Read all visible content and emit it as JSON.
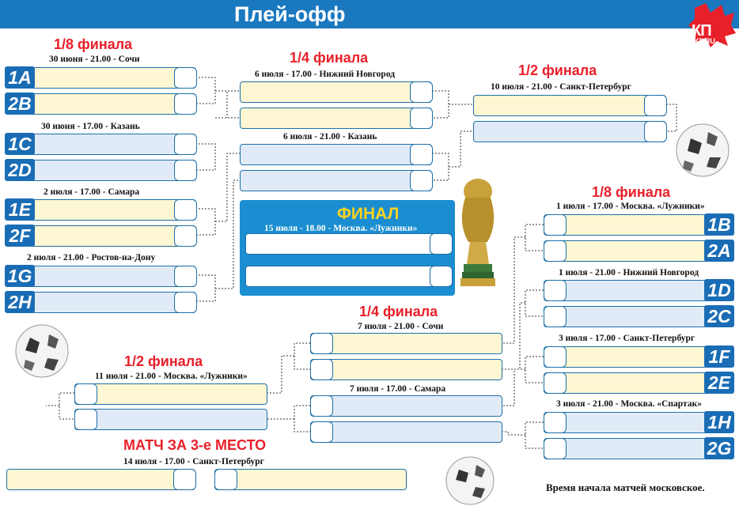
{
  "header": {
    "title": "Плей-офф"
  },
  "logo": {
    "text": "КП",
    "sub": "KP.RU"
  },
  "left_r16": {
    "title": "1/8 финала",
    "matches": [
      {
        "info": "30 июня - 21.00 - Сочи",
        "teams": [
          "1A",
          "2B"
        ]
      },
      {
        "info": "30 июня - 17.00 - Казань",
        "teams": [
          "1C",
          "2D"
        ]
      },
      {
        "info": "2 июля - 17.00 - Самара",
        "teams": [
          "1E",
          "2F"
        ]
      },
      {
        "info": "2 июля - 21.00 - Ростов-на-Дону",
        "teams": [
          "1G",
          "2H"
        ]
      }
    ]
  },
  "top_qf": {
    "title": "1/4 финала",
    "matches": [
      {
        "info": "6 июля - 17.00 - Нижний Новгород"
      },
      {
        "info": "6 июля - 21.00 - Казань"
      }
    ]
  },
  "top_sf": {
    "title": "1/2 финала",
    "info": "10 июля - 21.00 - Санкт-Петербург"
  },
  "final": {
    "title": "ФИНАЛ",
    "info": "15 июля - 18.00 - Москва. «Лужники»"
  },
  "right_r16": {
    "title": "1/8 финала",
    "matches": [
      {
        "info": "1 июля - 17.00 - Москва. «Лужники»",
        "teams": [
          "1B",
          "2A"
        ]
      },
      {
        "info": "1 июля - 21.00 - Нижний Новгород",
        "teams": [
          "1D",
          "2C"
        ]
      },
      {
        "info": "3 июля - 17.00 - Санкт-Петербург",
        "teams": [
          "1F",
          "2E"
        ]
      },
      {
        "info": "3 июля - 21.00 - Москва. «Спартак»",
        "teams": [
          "1H",
          "2G"
        ]
      }
    ]
  },
  "bottom_qf": {
    "title": "1/4 финала",
    "matches": [
      {
        "info": "7 июля - 21.00 - Сочи"
      },
      {
        "info": "7 июля - 17.00 - Самара"
      }
    ]
  },
  "bottom_sf": {
    "title": "1/2 финала",
    "info": "11 июля - 21.00 - Москва. «Лужники»"
  },
  "third_place": {
    "title": "МАТЧ ЗА 3-е МЕСТО",
    "info": "14 июля - 17.00 - Санкт-Петербург"
  },
  "note": "Время начала матчей московское.",
  "colors": {
    "header": "#1a78bf",
    "accent_red": "#e8202a",
    "team_code": "#1a6db5",
    "final_bg": "#1a8ed0",
    "final_title": "#ffd21f",
    "slot_yellow": "#fdf7d3",
    "slot_blue": "#e1ebf7"
  }
}
